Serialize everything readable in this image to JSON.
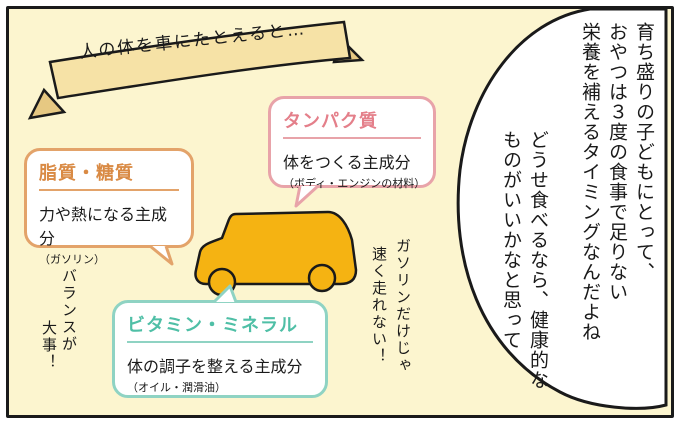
{
  "banner": {
    "text": "人の体を車にたとえると…"
  },
  "thought": {
    "col1": "育ち盛りの子どもにとって、",
    "col2": "おやつは３度の食事で足りない",
    "col3": "栄養を補えるタイミングなんだよね",
    "col4": "どうせ食べるなら、健康的な",
    "col5": "ものがいいかなと思って"
  },
  "cards": {
    "protein": {
      "title": "タンパク質",
      "main": "体をつくる主成分",
      "sub": "（ボディ・エンジンの材料）"
    },
    "fat": {
      "title": "脂質・糖質",
      "main": "力や熱になる主成分",
      "sub": "（ガソリン）"
    },
    "vitamin": {
      "title": "ビタミン・ミネラル",
      "main": "体の調子を整える主成分",
      "sub": "（オイル・潤滑油）"
    }
  },
  "handwritten": {
    "balance_col1": "バランスが",
    "balance_col2": "大事！",
    "gas_col1": "ガソリンだけじゃ",
    "gas_col2": "速く走れない！"
  },
  "colors": {
    "background": "#fcf5cf",
    "protein_accent": "#e8a3a9",
    "fat_accent": "#e3a36a",
    "vitamin_accent": "#8fd3c3",
    "car": "#f5b312",
    "banner": "#f6e2a6"
  }
}
